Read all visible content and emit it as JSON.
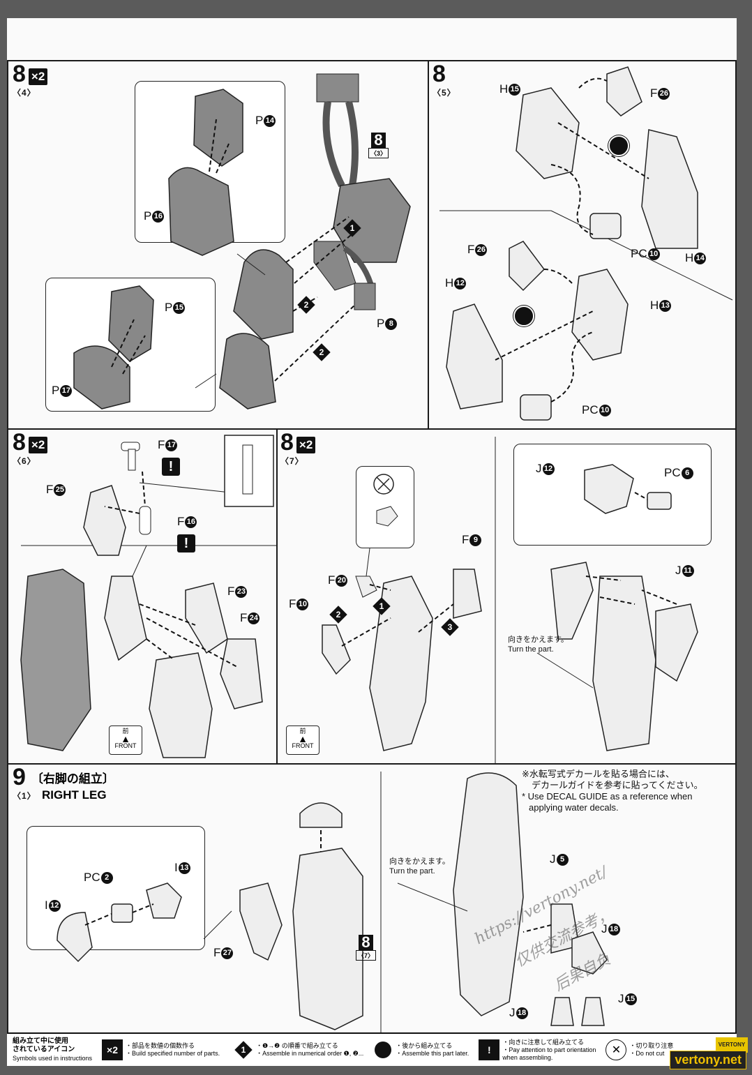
{
  "steps": {
    "s8_4": {
      "num": "8",
      "sub": "〈4〉",
      "mult": "×2"
    },
    "s8_5": {
      "num": "8",
      "sub": "〈5〉"
    },
    "s8_6": {
      "num": "8",
      "sub": "〈6〉",
      "mult": "×2"
    },
    "s8_7": {
      "num": "8",
      "sub": "〈7〉",
      "mult": "×2"
    },
    "s9_1": {
      "num": "9",
      "sub": "〈1〉",
      "title_jp": "〔右脚の組立〕",
      "title_en": "RIGHT LEG"
    }
  },
  "parts": {
    "P": "P",
    "F": "F",
    "H": "H",
    "PC": "PC",
    "J": "J",
    "I": "I",
    "n14": "14",
    "n16": "16",
    "n15": "15",
    "n17": "17",
    "n8": "8",
    "n26": "26",
    "n10": "10",
    "n12": "12",
    "n13": "13",
    "n25": "25",
    "n23": "23",
    "n24": "24",
    "n20": "20",
    "n9": "9",
    "n6": "6",
    "n11": "11",
    "n2": "2",
    "n27": "27",
    "n5": "5",
    "n18": "18"
  },
  "refs": {
    "r8_3": {
      "n": "8",
      "s": "〈3〉"
    },
    "r8_7": {
      "n": "8",
      "s": "〈7〉"
    }
  },
  "order": {
    "one": "1",
    "two": "2",
    "three": "3"
  },
  "notes": {
    "turn_jp": "向きをかえます。",
    "turn_en": "Turn the part.",
    "decal_jp1": "※水転写式デカールを貼る場合には、",
    "decal_jp2": "デカールガイドを参考に貼ってください。",
    "decal_en1": "* Use DECAL GUIDE as a reference when",
    "decal_en2": "applying water decals.",
    "front_jp": "前",
    "front_en": "FRONT",
    "warn": "!"
  },
  "footer": {
    "title_jp1": "組み立て中に使用",
    "title_jp2": "されているアイコン",
    "title_en": "Symbols used in instructions",
    "x2_icon": "×2",
    "x2_jp": "・部品を数値の個数作る",
    "x2_en": "・Build specified number of parts.",
    "order_icon": "1",
    "order_jp": "・❶→❷ の順番で組み立てる",
    "order_en": "・Assemble in numerical order ❶, ❷...",
    "later_jp": "・後から組み立てる",
    "later_en": "・Assemble this part later.",
    "attn_icon": "!",
    "attn_jp": "・向きに注意して組み立てる",
    "attn_en1": "・Pay attention to part orientation",
    "attn_en2": "when assembling.",
    "cut_jp": "・切り取り注意",
    "cut_en": "・Do not cut"
  },
  "watermark": {
    "url": "https://vertony.net/",
    "cn1": "仅供交流参考，",
    "cn2": "后果自负",
    "site": "vertony.net",
    "logo": "VERTONY"
  }
}
